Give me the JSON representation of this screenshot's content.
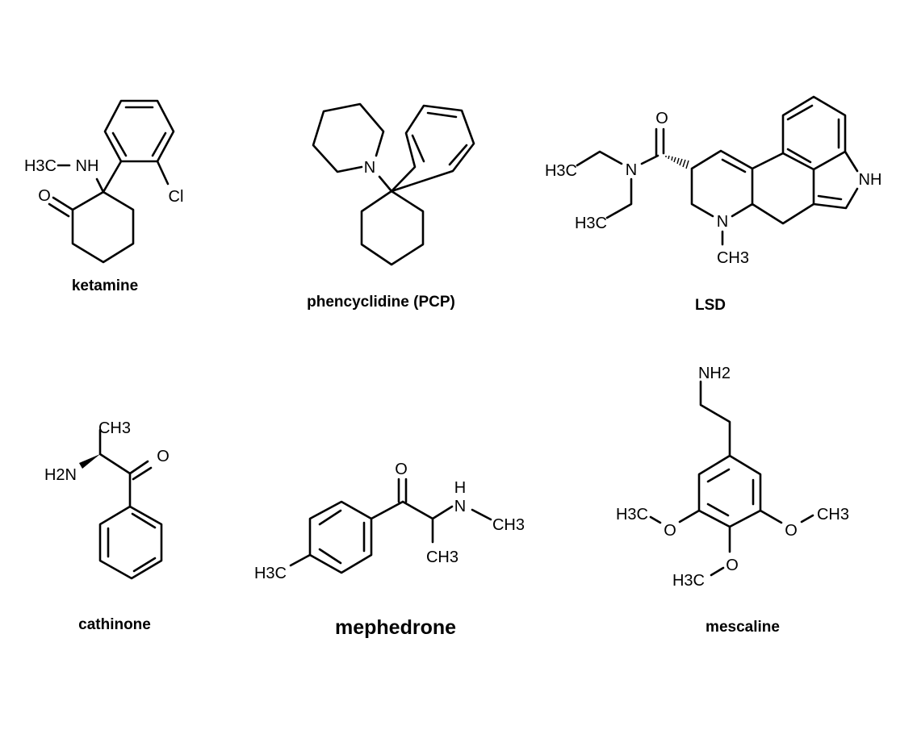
{
  "molecules": {
    "ketamine": {
      "name": "ketamine",
      "atoms": {
        "h3c": "H3C",
        "nh": "NH",
        "o": "O",
        "cl": "Cl"
      }
    },
    "pcp": {
      "name": "phencyclidine (PCP)",
      "atoms": {
        "n": "N"
      }
    },
    "lsd": {
      "name": "LSD",
      "atoms": {
        "h3c_top": "H3C",
        "h3c_bottom": "H3C",
        "n_amide": "N",
        "o": "O",
        "n_ring": "N",
        "ch3": "CH3",
        "nh": "NH"
      }
    },
    "cathinone": {
      "name": "cathinone",
      "atoms": {
        "ch3": "CH3",
        "h2n": "H2N",
        "o": "O"
      }
    },
    "mephedrone": {
      "name": "mephedrone",
      "atoms": {
        "o": "O",
        "h": "H",
        "n": "N",
        "ch3_n": "CH3",
        "ch3_c": "CH3",
        "h3c": "H3C"
      }
    },
    "mescaline": {
      "name": "mescaline",
      "atoms": {
        "nh2": "NH2",
        "h3c_left": "H3C",
        "o_left": "O",
        "o_right": "O",
        "ch3_right": "CH3",
        "o_bottom": "O",
        "h3c_bottom": "H3C"
      }
    }
  }
}
